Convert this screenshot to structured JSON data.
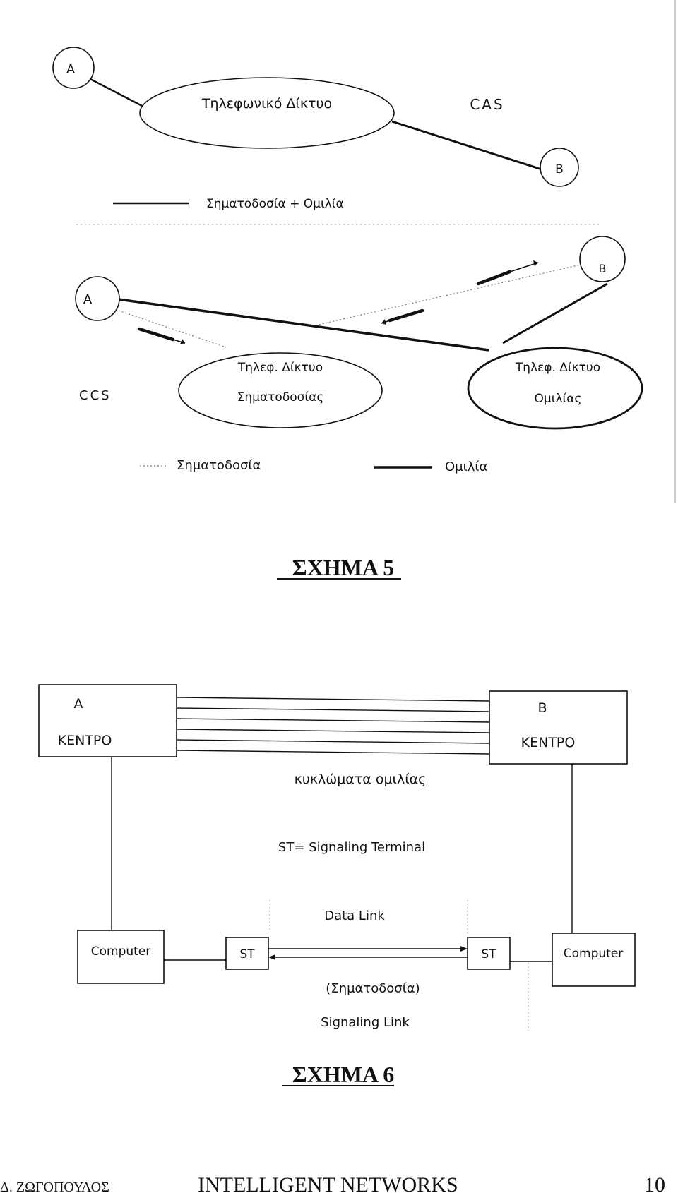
{
  "fig5": {
    "cas": {
      "node_a": "A",
      "network": "Τηλεφωνικό Δίκτυο",
      "node_b": "B",
      "label": "CAS",
      "legend_line": "Σηματοδοσία + Ομιλία"
    },
    "ccs": {
      "node_a": "A",
      "node_b": "B",
      "label": "CCS",
      "signal_net_line1": "Τηλεφ. Δίκτυο",
      "signal_net_line2": "Σηματοδοσίας",
      "speech_net_line1": "Τηλεφ. Δίκτυο",
      "speech_net_line2": "Ομιλίας",
      "legend_dotted": "Σηματοδοσία",
      "legend_solid": "Ομιλία"
    },
    "caption": "ΣΧΗΜΑ 5"
  },
  "fig6": {
    "center_a_letter": "A",
    "center_a_name": "ΚΕΝΤΡΟ",
    "center_b_letter": "B",
    "center_b_name": "ΚΕΝΤΡΟ",
    "circuits_label": "κυκλώματα ομιλίας",
    "st_definition": "ST= Signaling Terminal",
    "data_link": "Data Link",
    "computer_left": "Computer",
    "st_left": "ST",
    "st_right": "ST",
    "computer_right": "Computer",
    "signaling_paren": "(Σηματοδοσία)",
    "signaling_link": "Signaling Link",
    "caption": "ΣΧΗΜΑ 6"
  },
  "footer": {
    "author": "Δ. ΖΩΓΟΠΟΥΛΟΣ",
    "title": "INTELLIGENT NETWORKS",
    "page_number": "10"
  }
}
